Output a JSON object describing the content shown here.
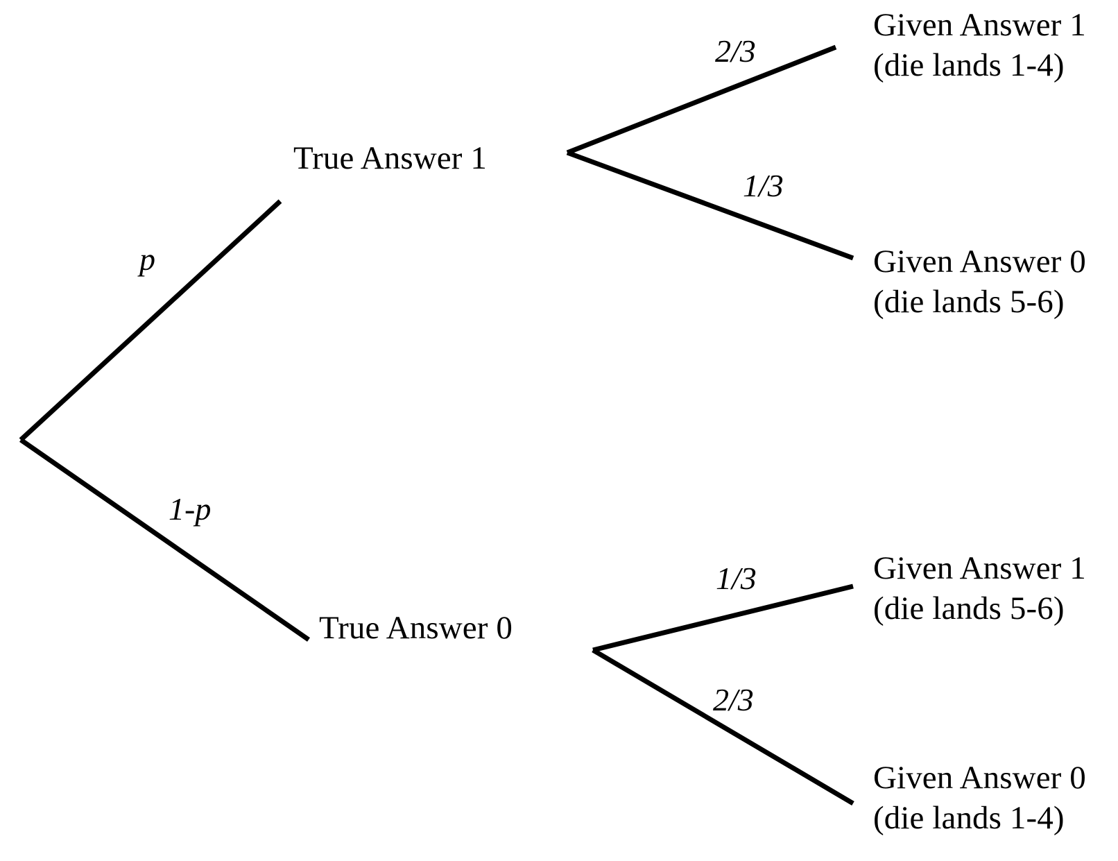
{
  "diagram": {
    "type": "probability-tree",
    "root": {
      "label": ""
    },
    "level1": [
      {
        "edge_label": "p",
        "node_label": "True Answer 1",
        "children": [
          {
            "edge_label": "2/3",
            "line1": "Given Answer 1",
            "line2": "(die lands 1-4)"
          },
          {
            "edge_label": "1/3",
            "line1": "Given Answer 0",
            "line2": "(die lands 5-6)"
          }
        ]
      },
      {
        "edge_label": "1-p",
        "node_label": "True Answer 0",
        "children": [
          {
            "edge_label": "1/3",
            "line1": "Given Answer 1",
            "line2": "(die lands 5-6)"
          },
          {
            "edge_label": "2/3",
            "line1": "Given Answer 0",
            "line2": "(die lands 1-4)"
          }
        ]
      }
    ],
    "colors": {
      "background": "#ffffff",
      "line": "#000000",
      "text": "#000000"
    },
    "geometry": {
      "root": [
        30,
        634
      ],
      "node_true1": [
        818,
        220
      ],
      "node_true0": [
        855,
        937
      ],
      "edge_root_up": [
        [
          30,
          634
        ],
        [
          404,
          290
        ]
      ],
      "edge_root_down": [
        [
          30,
          634
        ],
        [
          445,
          922
        ]
      ],
      "edge_t1_up": [
        [
          818,
          220
        ],
        [
          1205,
          68
        ]
      ],
      "edge_t1_down": [
        [
          818,
          220
        ],
        [
          1230,
          372
        ]
      ],
      "edge_t0_up": [
        [
          855,
          937
        ],
        [
          1230,
          845
        ]
      ],
      "edge_t0_down": [
        [
          855,
          937
        ],
        [
          1230,
          1158
        ]
      ],
      "stroke_width": 7
    }
  }
}
